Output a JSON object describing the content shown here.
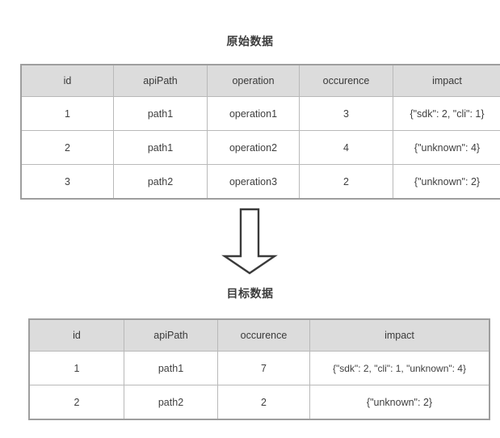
{
  "titles": {
    "source": "原始数据",
    "target": "目标数据"
  },
  "colors": {
    "header_bg": "#dcdcdc",
    "cell_bg": "#ffffff",
    "border_outer": "#9e9e9e",
    "border_inner": "#b9b9b9",
    "text": "#3f3f3f",
    "arrow_stroke": "#3a3a3a",
    "page_bg": "#ffffff"
  },
  "arrow": {
    "icon": "down-arrow-outline-icon",
    "direction": "down",
    "fill": "#ffffff",
    "stroke": "#3a3a3a"
  },
  "source_table": {
    "caption": "原始数据",
    "columns": [
      "id",
      "apiPath",
      "operation",
      "occurence",
      "impact"
    ],
    "rows": [
      [
        "1",
        "path1",
        "operation1",
        "3",
        "{\"sdk\": 2, \"cli\": 1}"
      ],
      [
        "2",
        "path1",
        "operation2",
        "4",
        "{\"unknown\": 4}"
      ],
      [
        "3",
        "path2",
        "operation3",
        "2",
        "{\"unknown\": 2}"
      ]
    ]
  },
  "target_table": {
    "caption": "目标数据",
    "columns": [
      "id",
      "apiPath",
      "occurence",
      "impact"
    ],
    "rows": [
      [
        "1",
        "path1",
        "7",
        "{\"sdk\": 2, \"cli\": 1, \"unknown\": 4}"
      ],
      [
        "2",
        "path2",
        "2",
        "{\"unknown\": 2}"
      ]
    ]
  }
}
